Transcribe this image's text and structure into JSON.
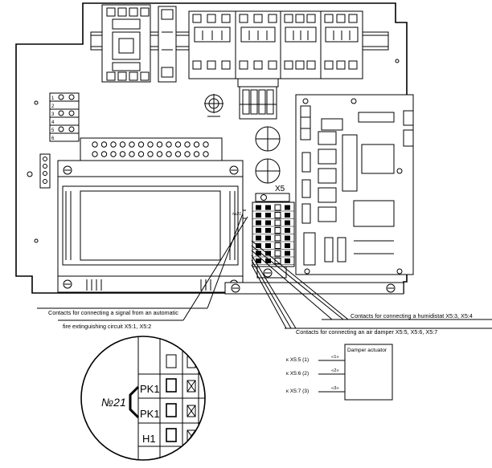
{
  "labels": {
    "x5": "X5",
    "no21_small": "№21",
    "callout_fire_line1": "Contacts for connecting a signal from an automatic",
    "callout_fire_line2": "fire extinguishing circuit X5:1, X5:2",
    "callout_humidistat": "Contacts for connecting a humidistat X5:3, X5:4",
    "callout_damper": "Contacts for connecting an air damper X5:5, X5:6, X5:7"
  },
  "damper": {
    "title": "Damper actuator",
    "rows": [
      {
        "terminal": "к X5:5 (1)",
        "wire": "«1»"
      },
      {
        "terminal": "к X5:6 (2)",
        "wire": "«2»"
      },
      {
        "terminal": "к X5:7 (3)",
        "wire": "«3»"
      }
    ]
  },
  "zoom": {
    "label": "№21",
    "rows": [
      "PK1",
      "PK1",
      "H1"
    ]
  },
  "left_block_labels": [
    "1",
    "2",
    "3",
    "4",
    "5",
    "6"
  ]
}
